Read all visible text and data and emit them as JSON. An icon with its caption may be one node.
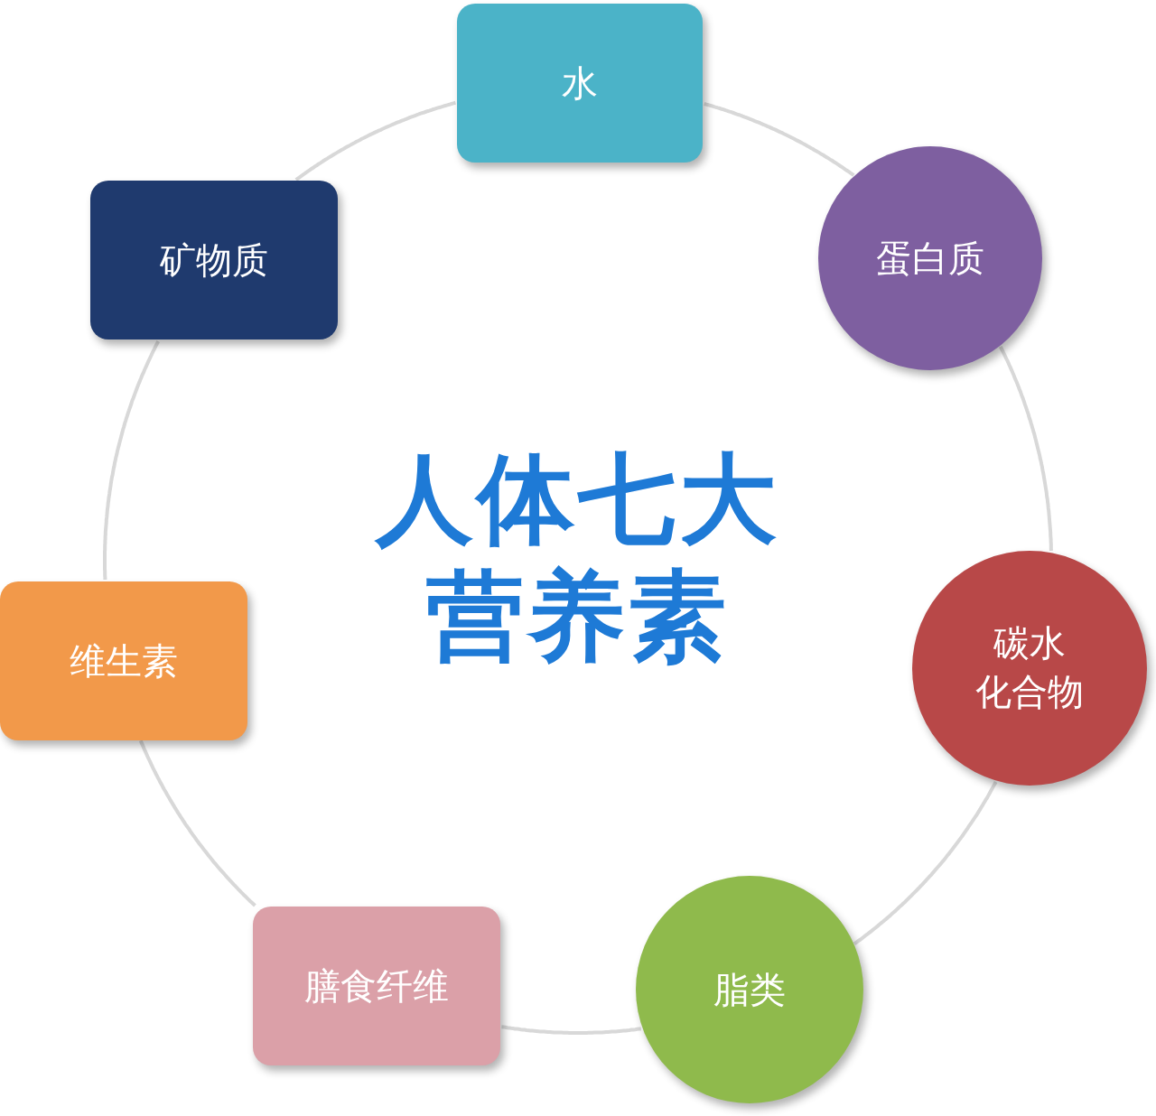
{
  "diagram": {
    "title": "人体七大营养素",
    "nodes": [
      {
        "text": [
          "水"
        ]
      },
      {
        "text": [
          "蛋白质"
        ]
      },
      {
        "text": [
          "碳水化合物"
        ]
      },
      {
        "text": [
          "脂类"
        ]
      },
      {
        "text": [
          "膳食纤维"
        ]
      },
      {
        "text": [
          "维生素"
        ]
      },
      {
        "text": [
          "矿物质"
        ]
      }
    ],
    "edges": [
      {
        "from": 0,
        "to": 1,
        "arrow": "none"
      },
      {
        "from": 1,
        "to": 2,
        "arrow": "none"
      },
      {
        "from": 2,
        "to": 3,
        "arrow": "none"
      },
      {
        "from": 3,
        "to": 4,
        "arrow": "none"
      },
      {
        "from": 4,
        "to": 5,
        "arrow": "none"
      },
      {
        "from": 5,
        "to": 6,
        "arrow": "none"
      },
      {
        "from": 6,
        "to": 0,
        "arrow": "none"
      }
    ]
  }
}
